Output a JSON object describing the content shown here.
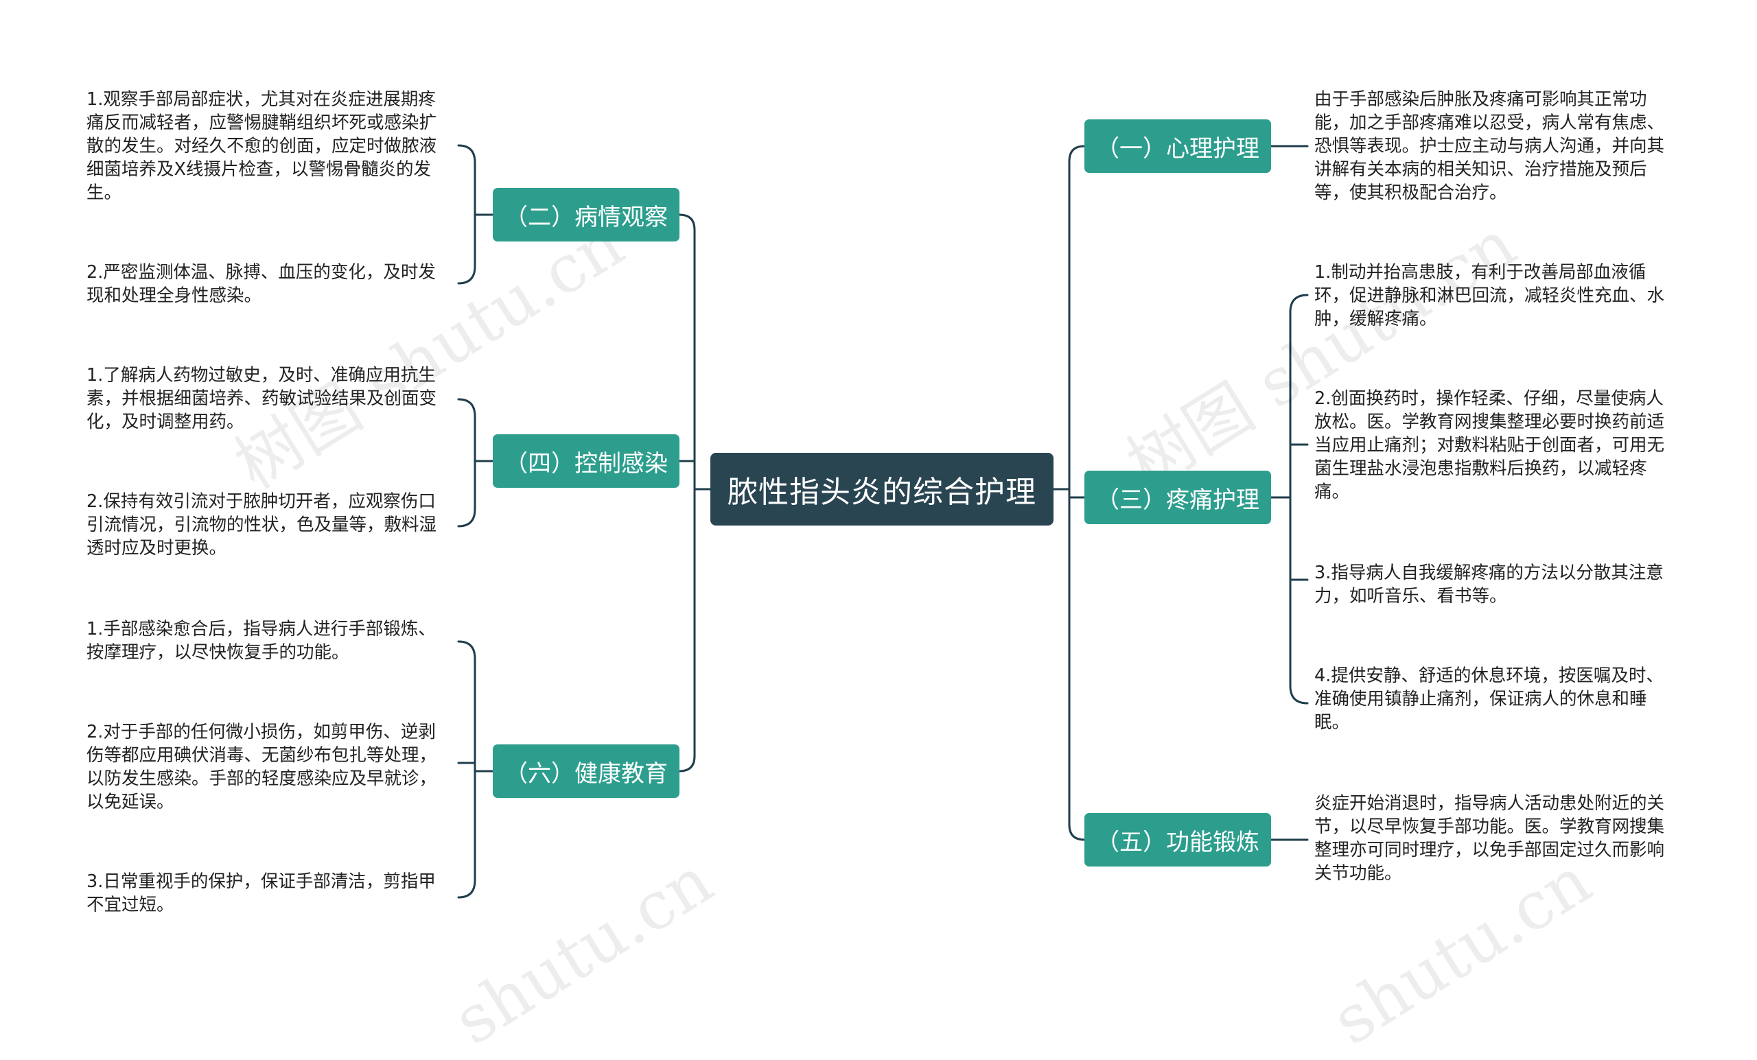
{
  "root": {
    "title": "脓性指头炎的综合护理"
  },
  "topics": {
    "t1": {
      "label": "（一）心理护理"
    },
    "t2": {
      "label": "（二）病情观察"
    },
    "t3": {
      "label": "（三）疼痛护理"
    },
    "t4": {
      "label": "（四）控制感染"
    },
    "t5": {
      "label": "（五）功能锻炼"
    },
    "t6": {
      "label": "（六）健康教育"
    }
  },
  "leaves": {
    "t1_1": "由于手部感染后肿胀及疼痛可影响其正常功能，加之手部疼痛难以忍受，病人常有焦虑、恐惧等表现。护士应主动与病人沟通，并向其讲解有关本病的相关知识、治疗措施及预后等，使其积极配合治疗。",
    "t2_1": "1.观察手部局部症状，尤其对在炎症进展期疼痛反而减轻者，应警惕腱鞘组织坏死或感染扩散的发生。对经久不愈的创面，应定时做脓液细菌培养及X线摄片检查，以警惕骨髓炎的发生。",
    "t2_2": "2.严密监测体温、脉搏、血压的变化，及时发现和处理全身性感染。",
    "t3_1": "1.制动并抬高患肢，有利于改善局部血液循环，促进静脉和淋巴回流，减轻炎性充血、水肿，缓解疼痛。",
    "t3_2": "2.创面换药时，操作轻柔、仔细，尽量使病人放松。医。学教育网搜集整理必要时换药前适当应用止痛剂；对敷料粘贴于创面者，可用无菌生理盐水浸泡患指敷料后换药，以减轻疼痛。",
    "t3_3": "3.指导病人自我缓解疼痛的方法以分散其注意力，如听音乐、看书等。",
    "t3_4": "4.提供安静、舒适的休息环境，按医嘱及时、准确使用镇静止痛剂，保证病人的休息和睡眠。",
    "t4_1": "1.了解病人药物过敏史，及时、准确应用抗生素，并根据细菌培养、药敏试验结果及创面变化，及时调整用药。",
    "t4_2": "2.保持有效引流对于脓肿切开者，应观察伤口引流情况，引流物的性状，色及量等，敷料湿透时应及时更换。",
    "t5_1": "炎症开始消退时，指导病人活动患处附近的关节，以尽早恢复手部功能。医。学教育网搜集整理亦可同时理疗，以免手部固定过久而影响关节功能。",
    "t6_1": "1.手部感染愈合后，指导病人进行手部锻炼、按摩理疗，以尽快恢复手的功能。",
    "t6_2": "2.对于手部的任何微小损伤，如剪甲伤、逆剥伤等都应用碘伏消毒、无菌纱布包扎等处理，以防发生感染。手部的轻度感染应及早就诊，以免延误。",
    "t6_3": "3.日常重视手的保护，保证手部清洁，剪指甲不宜过短。"
  },
  "watermarks": [
    "树图 shutu.cn",
    "树图 shutu.cn",
    "shutu.cn",
    "shutu.cn"
  ],
  "colors": {
    "root": "#2a4552",
    "topic": "#2d9e8d",
    "line": "#1f3e4b"
  }
}
